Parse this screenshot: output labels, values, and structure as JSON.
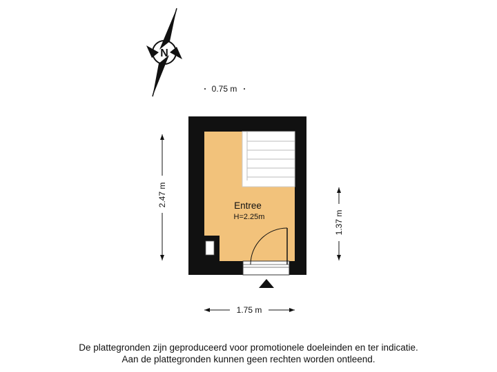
{
  "compass": {
    "letter": "N",
    "icon": "north-arrow-icon"
  },
  "dimensions": {
    "top": "0.75 m",
    "left": "2.47 m",
    "right": "1.37 m",
    "bottom": "1.75 m"
  },
  "room": {
    "name": "Entree",
    "height": "H=2.25m"
  },
  "entrance": {
    "icon": "entrance-triangle-icon"
  },
  "colors": {
    "wall": "#111111",
    "floor": "#f2c27b",
    "stairs": "#ffffff"
  },
  "disclaimer": {
    "line1": "De plattegronden zijn geproduceerd voor promotionele doeleinden en ter indicatie.",
    "line2": "Aan de plattegronden kunnen geen rechten worden ontleend."
  }
}
